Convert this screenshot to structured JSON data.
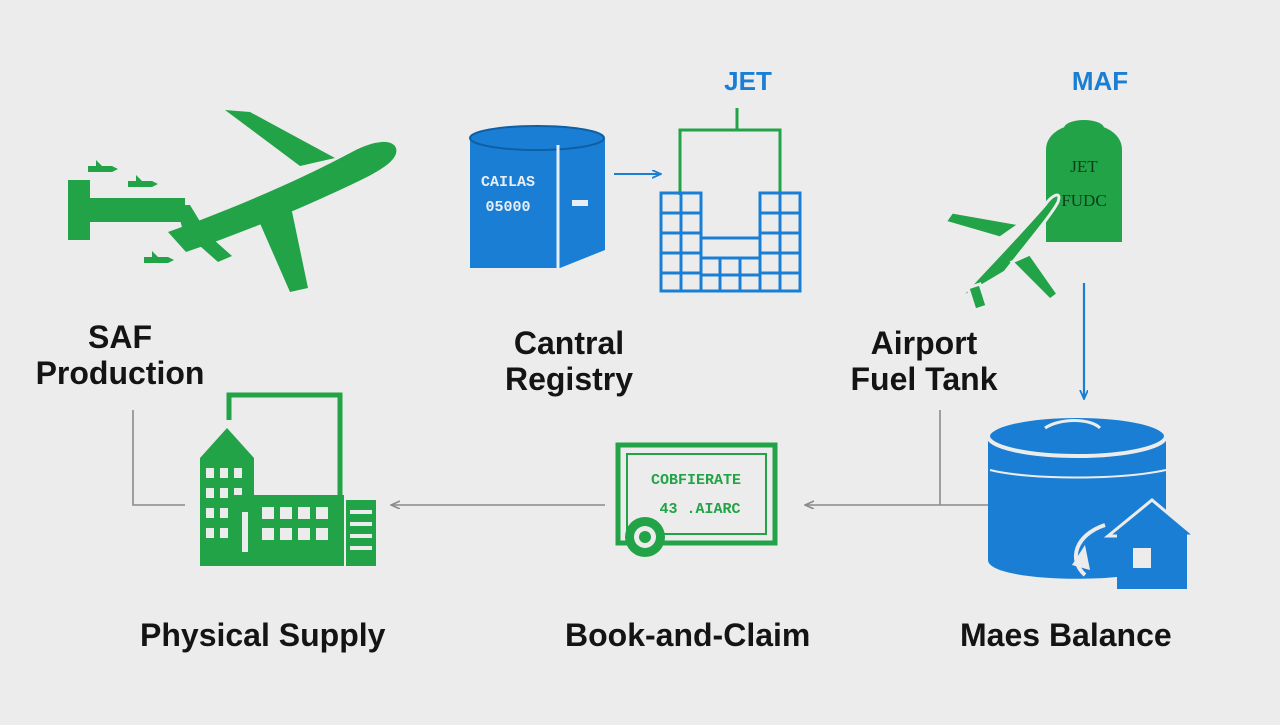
{
  "colors": {
    "green": "#22a347",
    "blue": "#1a7fd4",
    "line": "#8a8a8a",
    "text": "#141414",
    "background": "#ececec"
  },
  "nodes": {
    "saf_production": {
      "line1": "SAF",
      "line2": "Production",
      "icon": "airplane-icon"
    },
    "central_registry": {
      "line1": "Cantral",
      "line2": "Registry",
      "icon": "database-cylinder-icon",
      "badge_line1": "CAILAS",
      "badge_line2": "05000",
      "top_label": "JET"
    },
    "airport_fuel_tank": {
      "line1": "Airport",
      "line2": "Fuel Tank",
      "icon": "fuel-tank-airplane-icon",
      "top_label": "MAF",
      "tank_line1": "JET",
      "tank_line2": "FUDC"
    },
    "physical_supply": {
      "label": "Physical Supply",
      "icon": "factory-icon"
    },
    "book_and_claim": {
      "label": "Book-and-Claim",
      "icon": "certificate-icon",
      "cert_line1": "COBFIERATE",
      "cert_line2": "43 .AIARC"
    },
    "mass_balance": {
      "label": "Maes Balance",
      "icon": "storage-tank-house-icon"
    }
  }
}
